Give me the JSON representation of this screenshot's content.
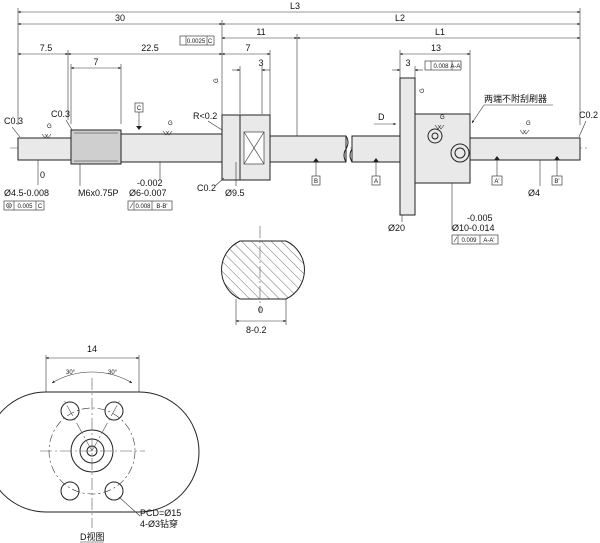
{
  "dimensions": {
    "L3": "L3",
    "L2": "L2",
    "L1": "L1",
    "d30": "30",
    "d11": "11",
    "d13": "13",
    "d7_5": "7.5",
    "d22_5": "22.5",
    "d7_thread": "7",
    "d7_hex": "7",
    "d3_hex": "3",
    "d3_nut": "3",
    "d14": "14",
    "dia9_5": "Ø9.5",
    "dia20": "Ø20",
    "dia4": "Ø4",
    "hex_top": "0",
    "hex_bottom": "8-0.2"
  },
  "chamfers": {
    "c03_left": "C0.3",
    "c03_thread": "C0.3",
    "c02_hex": "C0.2",
    "c02_right": "C0.2",
    "r02": "R<0.2"
  },
  "tolerances": {
    "d45_top": "0",
    "d45_bottom": "Ø4.5-0.008",
    "thread": "M6x0.75P",
    "d6_top": "-0.002",
    "d6_bottom": "Ø6-0.007",
    "d10_top": "-0.005",
    "d10_bottom": "Ø10-0.014"
  },
  "gdt": {
    "perp_top": "0.0025",
    "perp_top_ref": "C",
    "conc": "0.005",
    "conc_ref": "C",
    "runout_d6": "0.008",
    "runout_d6_ref": "B-B'",
    "perp_nut": "0.008",
    "perp_nut_ref": "A-A'",
    "runout_d10": "0.009",
    "runout_d10_ref": "A-A'"
  },
  "datums": {
    "c": "C",
    "b": "B",
    "a": "A",
    "a_prime": "A'",
    "b_prime": "B'"
  },
  "surface": {
    "g": "G"
  },
  "notes": {
    "wiper": "两端不附刮刷器",
    "view_d_arrow": "D",
    "view_d": "D视图",
    "pcd": "PCD=Ø15",
    "holes": "4-Ø3钻穿",
    "angle_left": "30°",
    "angle_right": "30°"
  }
}
